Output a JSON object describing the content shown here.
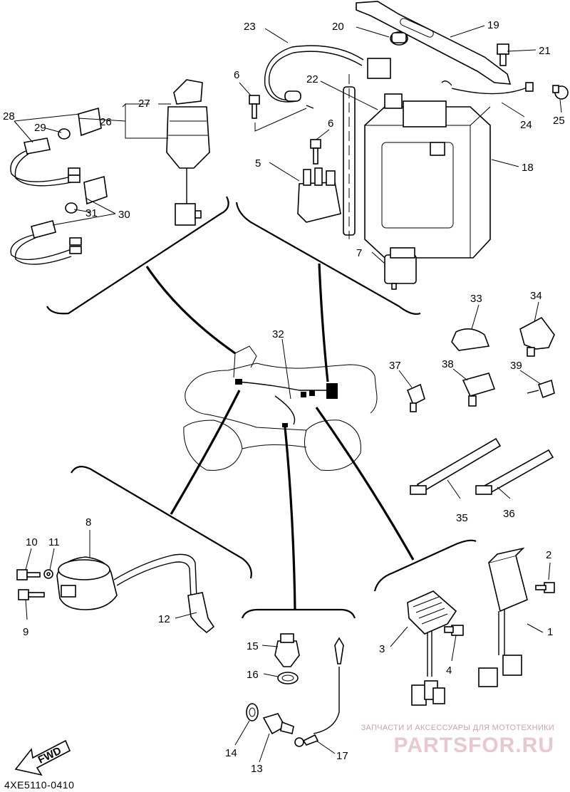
{
  "callouts": [
    {
      "id": "1",
      "label": "1"
    },
    {
      "id": "2",
      "label": "2"
    },
    {
      "id": "3",
      "label": "3"
    },
    {
      "id": "4",
      "label": "4"
    },
    {
      "id": "5",
      "label": "5"
    },
    {
      "id": "6a",
      "label": "6"
    },
    {
      "id": "6b",
      "label": "6"
    },
    {
      "id": "7",
      "label": "7"
    },
    {
      "id": "8",
      "label": "8"
    },
    {
      "id": "9",
      "label": "9"
    },
    {
      "id": "10",
      "label": "10"
    },
    {
      "id": "11",
      "label": "11"
    },
    {
      "id": "12",
      "label": "12"
    },
    {
      "id": "13",
      "label": "13"
    },
    {
      "id": "14",
      "label": "14"
    },
    {
      "id": "15",
      "label": "15"
    },
    {
      "id": "16",
      "label": "16"
    },
    {
      "id": "17",
      "label": "17"
    },
    {
      "id": "18",
      "label": "18"
    },
    {
      "id": "19",
      "label": "19"
    },
    {
      "id": "20",
      "label": "20"
    },
    {
      "id": "21",
      "label": "21"
    },
    {
      "id": "22",
      "label": "22"
    },
    {
      "id": "23",
      "label": "23"
    },
    {
      "id": "24",
      "label": "24"
    },
    {
      "id": "25",
      "label": "25"
    },
    {
      "id": "26",
      "label": "26"
    },
    {
      "id": "27",
      "label": "27"
    },
    {
      "id": "28",
      "label": "28"
    },
    {
      "id": "29",
      "label": "29"
    },
    {
      "id": "30",
      "label": "30"
    },
    {
      "id": "31",
      "label": "31"
    },
    {
      "id": "32",
      "label": "32"
    },
    {
      "id": "33",
      "label": "33"
    },
    {
      "id": "34",
      "label": "34"
    },
    {
      "id": "35",
      "label": "35"
    },
    {
      "id": "36",
      "label": "36"
    },
    {
      "id": "37",
      "label": "37"
    },
    {
      "id": "38",
      "label": "38"
    },
    {
      "id": "39",
      "label": "39"
    }
  ],
  "fwd_label": "FWD",
  "diagram_code": "4XE5110-0410",
  "watermark": {
    "caption": "ЗАПЧАСТИ И АКСЕССУАРЫ ДЛЯ МОТОТЕХНИКИ",
    "brand": "PARTSFOR.RU"
  }
}
